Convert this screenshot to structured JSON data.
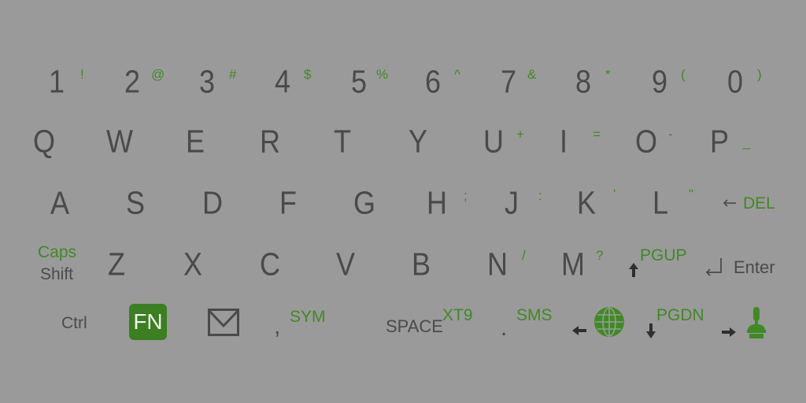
{
  "keyboard": {
    "row1": [
      {
        "main": "1",
        "alt": "!"
      },
      {
        "main": "2",
        "alt": "@"
      },
      {
        "main": "3",
        "alt": "#"
      },
      {
        "main": "4",
        "alt": "$"
      },
      {
        "main": "5",
        "alt": "%"
      },
      {
        "main": "6",
        "alt": "^"
      },
      {
        "main": "7",
        "alt": "&"
      },
      {
        "main": "8",
        "alt": "*"
      },
      {
        "main": "9",
        "alt": "("
      },
      {
        "main": "0",
        "alt": ")"
      }
    ],
    "row2": [
      {
        "main": "Q",
        "alt": ""
      },
      {
        "main": "W",
        "alt": ""
      },
      {
        "main": "E",
        "alt": ""
      },
      {
        "main": "R",
        "alt": ""
      },
      {
        "main": "T",
        "alt": ""
      },
      {
        "main": "Y",
        "alt": ""
      },
      {
        "main": "U",
        "alt": "+"
      },
      {
        "main": "I",
        "alt": "="
      },
      {
        "main": "O",
        "alt": "-"
      },
      {
        "main": "P",
        "alt": "_"
      }
    ],
    "row3": [
      {
        "main": "A",
        "alt": ""
      },
      {
        "main": "S",
        "alt": ""
      },
      {
        "main": "D",
        "alt": ""
      },
      {
        "main": "F",
        "alt": ""
      },
      {
        "main": "G",
        "alt": ""
      },
      {
        "main": "H",
        "alt": ";"
      },
      {
        "main": "J",
        "alt": ":"
      },
      {
        "main": "K",
        "alt": "'"
      },
      {
        "main": "L",
        "alt": "\""
      }
    ],
    "del_label": "DEL",
    "caps_label": "Caps",
    "shift_label": "Shift",
    "row4": [
      {
        "main": "Z",
        "alt": ""
      },
      {
        "main": "X",
        "alt": ""
      },
      {
        "main": "C",
        "alt": ""
      },
      {
        "main": "V",
        "alt": ""
      },
      {
        "main": "B",
        "alt": ""
      },
      {
        "main": "N",
        "alt": "/"
      },
      {
        "main": "M",
        "alt": "?"
      }
    ],
    "pgup_label": "PGUP",
    "enter_label": "Enter",
    "ctrl_label": "Ctrl",
    "fn_label": "FN",
    "comma": ",",
    "sym_label": "SYM",
    "space_label": "SPACE",
    "xt9_label": "XT9",
    "period": ".",
    "sms_label": "SMS",
    "pgdn_label": "PGDN",
    "colors": {
      "background": "#9a9a9a",
      "primary": "#4a4a4a",
      "accent": "#3f8a24"
    },
    "icons": [
      "mail-icon",
      "left-arrow-icon",
      "globe-icon",
      "down-arrow-icon",
      "right-arrow-icon",
      "joystick-icon",
      "up-arrow-icon",
      "enter-arrow-icon",
      "backspace-arrow-icon"
    ]
  }
}
